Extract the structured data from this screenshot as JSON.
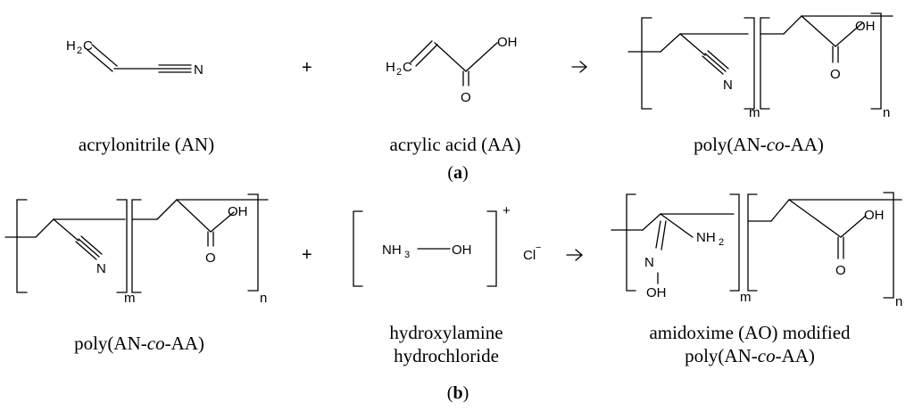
{
  "scheme_a": {
    "panel_label": "a",
    "acrylonitrile": {
      "h2": "H",
      "h2_sub": "2",
      "c": "C",
      "n": "N",
      "name": "acrylonitrile (AN)"
    },
    "acrylic_acid": {
      "h2": "H",
      "h2_sub": "2",
      "c": "C",
      "oh": "OH",
      "o": "O",
      "name": "acrylic acid (AA)"
    },
    "plus": "+",
    "arrow": "→",
    "product": {
      "n": "N",
      "oh": "OH",
      "o": "O",
      "m": "m",
      "n_index": "n",
      "name_pre": "poly(AN-",
      "name_co": "co",
      "name_post": "-AA)"
    }
  },
  "scheme_b": {
    "panel_label": "b",
    "reactant": {
      "n": "N",
      "oh": "OH",
      "o": "O",
      "m": "m",
      "n_index": "n",
      "name_pre": "poly(AN-",
      "name_co": "co",
      "name_post": "-AA)"
    },
    "plus": "+",
    "hydroxylamine": {
      "nh3": "NH",
      "nh3_sub": "3",
      "oh": "OH",
      "charge": "+",
      "cl": "Cl",
      "cl_charge": "−",
      "name_line1": "hydroxylamine",
      "name_line2": "hydrochloride"
    },
    "arrow": "→",
    "product": {
      "nh2": "NH",
      "nh2_sub": "2",
      "n": "N",
      "oh_lower": "OH",
      "oh": "OH",
      "o": "O",
      "m": "m",
      "n_index": "n",
      "name_line1": "amidoxime (AO) modified",
      "name_pre": "poly(AN-",
      "name_co": "co",
      "name_post": "-AA)"
    }
  }
}
